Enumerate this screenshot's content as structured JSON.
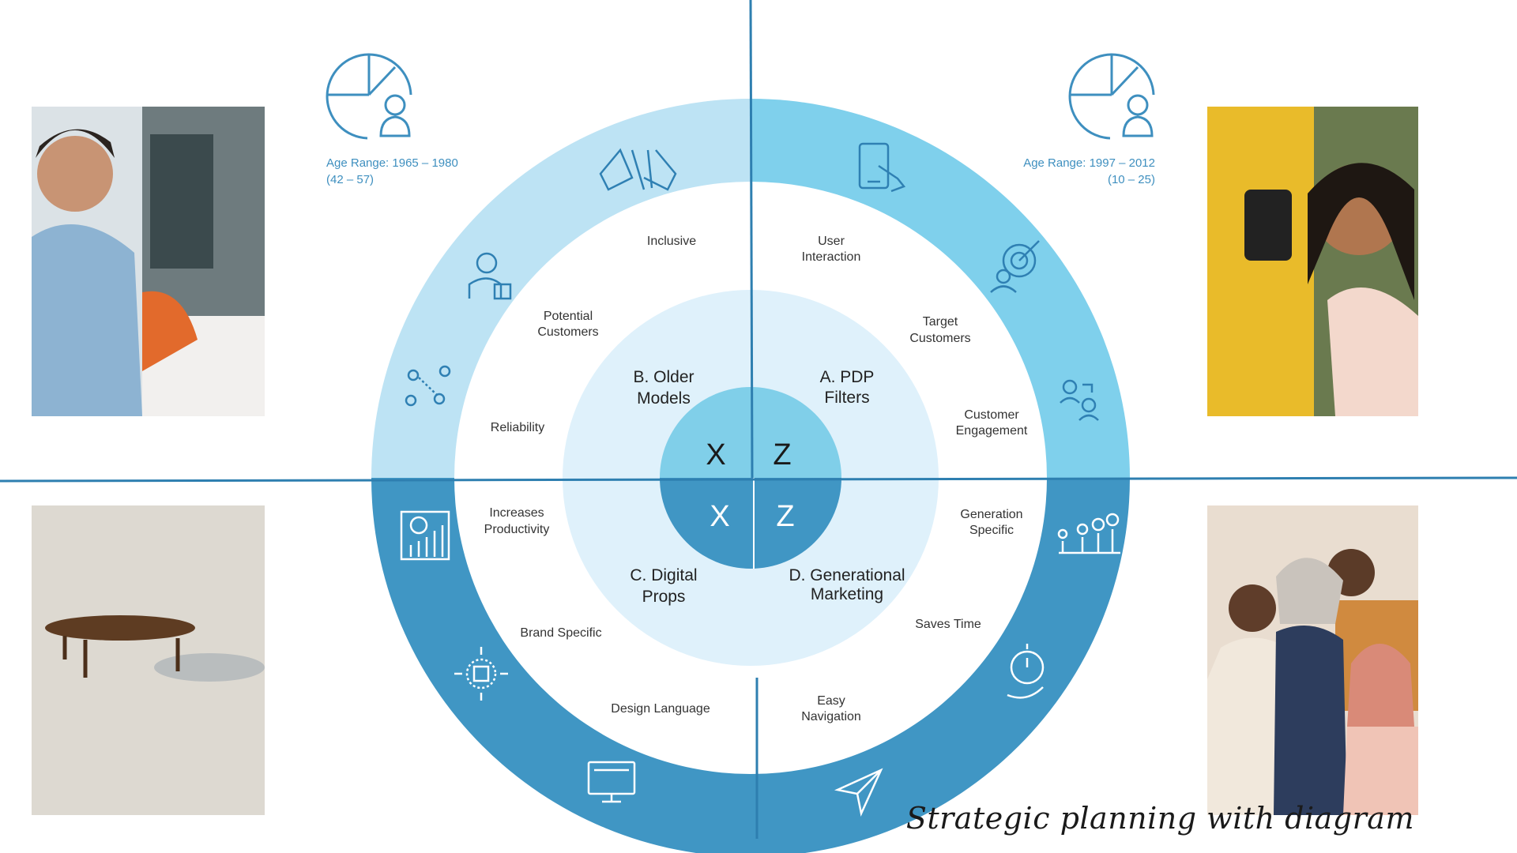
{
  "title": "Strategic planning with diagram",
  "age_ranges": {
    "left": {
      "line1": "Age Range: 1965 – 1980",
      "line2": "(42 – 57)"
    },
    "right": {
      "line1": "Age Range: 1997 – 2012",
      "line2": "(10 – 25)"
    }
  },
  "center": {
    "top_left": "X",
    "top_right": "Z",
    "bottom_left": "X",
    "bottom_right": "Z"
  },
  "quadrants": {
    "b": {
      "line1": "B. Older",
      "line2": "Models"
    },
    "a": {
      "line1": "A. PDP",
      "line2": "Filters"
    },
    "c": {
      "line1": "C. Digital",
      "line2": "Props"
    },
    "d": {
      "line1": "D. Generational",
      "line2": "Marketing"
    }
  },
  "labels": {
    "inclusive": "Inclusive",
    "potential_1": "Potential",
    "potential_2": "Customers",
    "reliability": "Reliability",
    "user_1": "User",
    "user_2": "Interaction",
    "target_1": "Target",
    "target_2": "Customers",
    "engagement_1": "Customer",
    "engagement_2": "Engagement",
    "productivity_1": "Increases",
    "productivity_2": "Productivity",
    "brand": "Brand Specific",
    "design": "Design Language",
    "generation_1": "Generation",
    "generation_2": "Specific",
    "saves": "Saves Time",
    "easy_1": "Easy",
    "easy_2": "Navigation"
  },
  "colors": {
    "ring_top_left": "#bde3f4",
    "ring_top_right": "#7fd0ec",
    "ring_bottom": "#4096c4",
    "middle_circle": "#dff1fb",
    "divider": "#2e7fb0",
    "icon_stroke": "#2f80b3"
  }
}
